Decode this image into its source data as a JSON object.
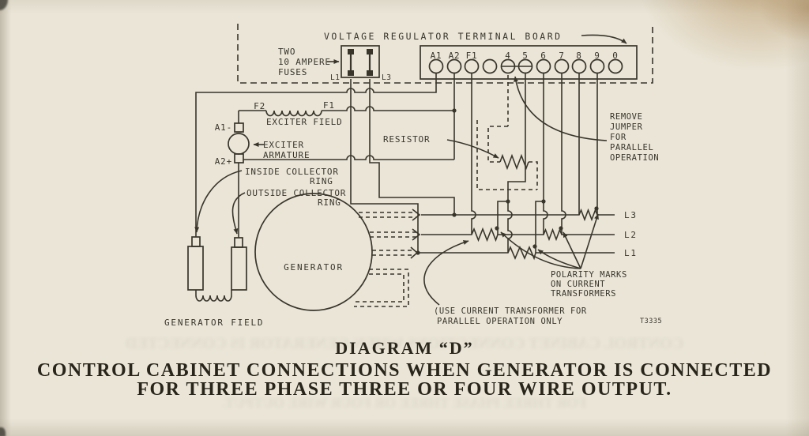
{
  "diagram": {
    "terminal_board": {
      "title": "VOLTAGE REGULATOR TERMINAL BOARD",
      "terminals": [
        "A1",
        "A2",
        "F1",
        "",
        "4",
        "5",
        "6",
        "7",
        "8",
        "9",
        "0"
      ]
    },
    "fuses": {
      "label_line1": "TWO",
      "label_line2": "10 AMPERE",
      "label_line3": "FUSES",
      "left_terminal": "L1",
      "right_terminal": "L3"
    },
    "exciter": {
      "f2": "F2",
      "f1": "F1",
      "field_label": "EXCITER FIELD",
      "armature_line1": "EXCITER",
      "armature_line2": "ARMATURE",
      "a1": "A1-",
      "a2": "A2+"
    },
    "collector": {
      "inside_line1": "INSIDE COLLECTOR",
      "inside_line2": "RING",
      "outside_line1": "OUTSIDE COLLECTOR",
      "outside_line2": "RING"
    },
    "generator": {
      "label": "GENERATOR",
      "field_label": "GENERATOR FIELD"
    },
    "resistor_label": "RESISTOR",
    "remove_jumper": [
      "REMOVE",
      "JUMPER",
      "FOR",
      "PARALLEL",
      "OPERATION"
    ],
    "phases": {
      "l3": "L3",
      "l2": "L2",
      "l1": "L1"
    },
    "polarity": [
      "POLARITY MARKS",
      "ON CURRENT",
      "TRANSFORMERS"
    ],
    "use_ct_line1": "(USE CURRENT TRANSFORMER FOR",
    "use_ct_line2": "PARALLEL OPERATION ONLY",
    "drawing_number": "T3335"
  },
  "caption": {
    "title": "DIAGRAM “D”",
    "line1": "CONTROL CABINET CONNECTIONS WHEN GENERATOR IS CONNECTED",
    "line2": "FOR THREE PHASE THREE OR FOUR WIRE OUTPUT."
  },
  "colors": {
    "paper": "#eae5d7",
    "ink": "#39352b",
    "caption_ink": "#29251a"
  }
}
